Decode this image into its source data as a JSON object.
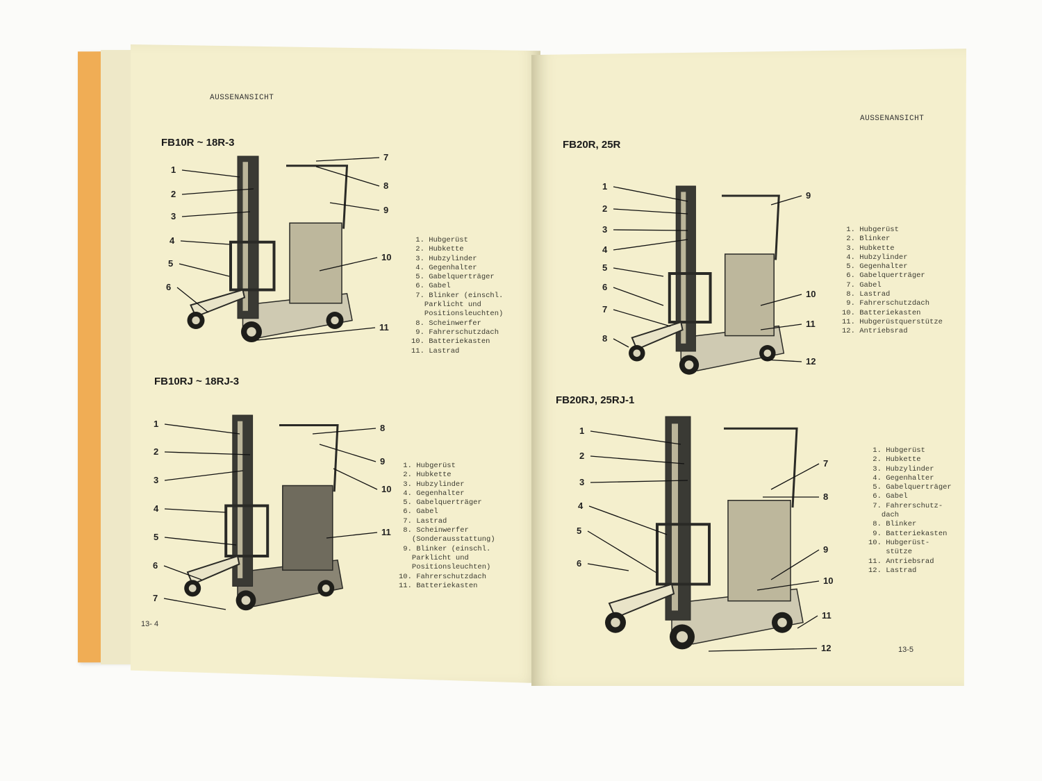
{
  "left_page": {
    "header": "AUSSENANSICHT",
    "page_number": "13- 4",
    "figures": [
      {
        "model": "FB10R ~ 18R-3",
        "legend": [
          "1. Hubgerüst",
          "2. Hubkette",
          "3. Hubzylinder",
          "4. Gegenhalter",
          "5. Gabelquerträger",
          "6. Gabel",
          "7. Blinker (einschl.\n   Parklicht und\n   Positionsleuchten)",
          "8. Scheinwerfer",
          "9. Fahrerschutzdach",
          "10. Batteriekasten",
          "11. Lastrad"
        ],
        "callouts": [
          "1",
          "2",
          "3",
          "4",
          "5",
          "6",
          "7",
          "8",
          "9",
          "10",
          "11"
        ]
      },
      {
        "model": "FB10RJ ~ 18RJ-3",
        "legend": [
          "1. Hubgerüst",
          "2. Hubkette",
          "3. Hubzylinder",
          "4. Gegenhalter",
          "5. Gabelquerträger",
          "6. Gabel",
          "7. Lastrad",
          "8. Scheinwerfer\n   (Sonderausstattung)",
          "9. Blinker (einschl.\n   Parklicht und\n   Positionsleuchten)",
          "10. Fahrerschutzdach",
          "11. Batteriekasten"
        ],
        "callouts": [
          "1",
          "2",
          "3",
          "4",
          "5",
          "6",
          "7",
          "8",
          "9",
          "10",
          "11"
        ]
      }
    ]
  },
  "right_page": {
    "header": "AUSSENANSICHT",
    "page_number": "13-5",
    "figures": [
      {
        "model": "FB20R, 25R",
        "legend": [
          "1. Hubgerüst",
          "2. Blinker",
          "3. Hubkette",
          "4. Hubzylinder",
          "5. Gegenhalter",
          "6. Gabelquerträger",
          "7. Gabel",
          "8. Lastrad",
          "9. Fahrerschutzdach",
          "10. Batteriekasten",
          "11. Hubgerüstquerstütze",
          "12. Antriebsrad"
        ],
        "callouts": [
          "1",
          "2",
          "3",
          "4",
          "5",
          "6",
          "7",
          "8",
          "9",
          "10",
          "11",
          "12"
        ]
      },
      {
        "model": "FB20RJ, 25RJ-1",
        "legend": [
          "1. Hubgerüst",
          "2. Hubkette",
          "3. Hubzylinder",
          "4. Gegenhalter",
          "5. Gabelquerträger",
          "6. Gabel",
          "7. Fahrerschutz-\n   dach",
          "8. Blinker",
          "9. Batteriekasten",
          "10. Hubgerüst-\n    stütze",
          "11. Antriebsrad",
          "12. Lastrad"
        ],
        "callouts": [
          "1",
          "2",
          "3",
          "4",
          "5",
          "6",
          "7",
          "8",
          "9",
          "10",
          "11",
          "12"
        ]
      }
    ]
  },
  "colors": {
    "cover": "#f0ad55",
    "paper": "#f4efcd",
    "ink": "#1a1a1a"
  }
}
